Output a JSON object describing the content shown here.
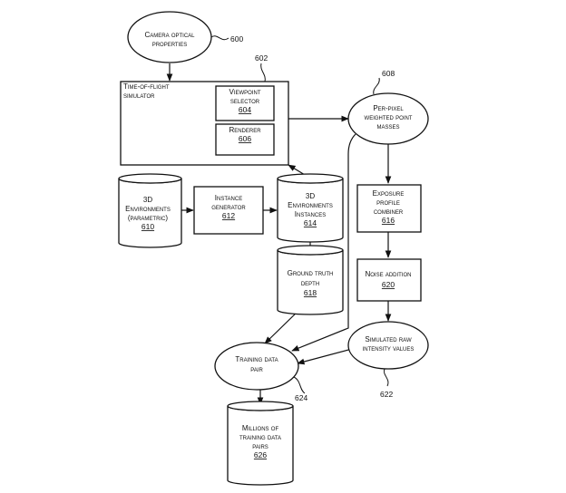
{
  "nodes": {
    "camera": {
      "lines": [
        "Camera optical",
        "properties"
      ],
      "ref": "600"
    },
    "tof": {
      "lines": [
        "Time-of-flight",
        "simulator"
      ],
      "ref": "602"
    },
    "viewpoint": {
      "lines": [
        "Viewpoint",
        "selector"
      ],
      "num": "604"
    },
    "renderer": {
      "lines": [
        "Renderer"
      ],
      "num": "606"
    },
    "ppw": {
      "lines": [
        "Per-pixel",
        "weighted point",
        "masses"
      ],
      "ref": "608"
    },
    "env3d": {
      "lines": [
        "3D",
        "Environments",
        "(parametric)"
      ],
      "num": "610"
    },
    "instgen": {
      "lines": [
        "Instance",
        "generator"
      ],
      "num": "612"
    },
    "envinst": {
      "lines": [
        "3D",
        "Environments",
        "Instances"
      ],
      "num": "614"
    },
    "exposure": {
      "lines": [
        "Exposure",
        "profile",
        "combiner"
      ],
      "num": "616"
    },
    "gtdepth": {
      "lines": [
        "Ground truth",
        "depth"
      ],
      "num": "618"
    },
    "noise": {
      "lines": [
        "Noise addition"
      ],
      "num": "620"
    },
    "simraw": {
      "lines": [
        "Simulated raw",
        "intensity values"
      ],
      "ref": "622"
    },
    "pair": {
      "lines": [
        "Training data",
        "pair"
      ],
      "ref": "624"
    },
    "millions": {
      "lines": [
        "Millions of",
        "training data",
        "pairs"
      ],
      "num": "626"
    }
  },
  "colors": {
    "ink": "#111111",
    "background": "#ffffff"
  }
}
